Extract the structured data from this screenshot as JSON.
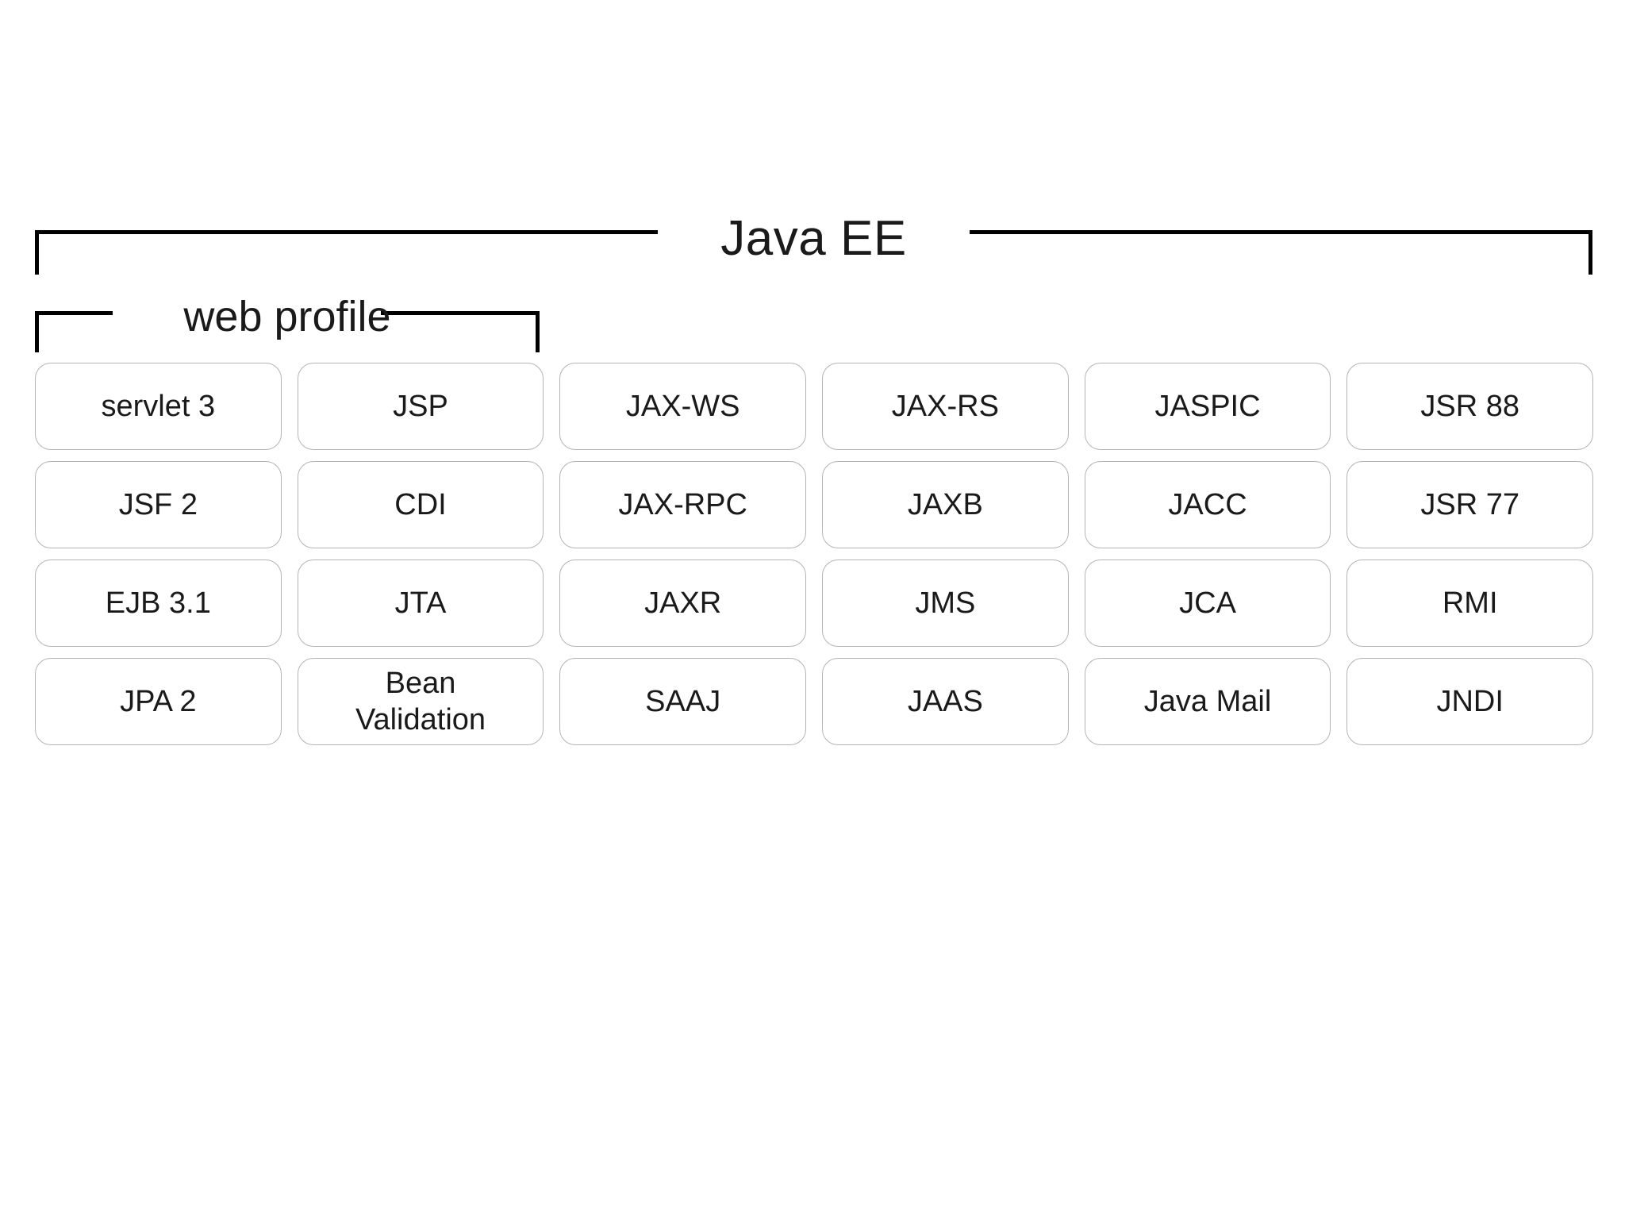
{
  "diagram": {
    "title": "Java EE",
    "outer_bracket": {
      "label": "Java EE",
      "name": "java-ee-bracket"
    },
    "inner_bracket": {
      "label": "web profile",
      "name": "web-profile-bracket"
    },
    "colors": {
      "background": "#ffffff",
      "bracket_line": "#000000",
      "box_border": "#b4b4b4",
      "box_fill": "#ffffff",
      "text": "#1a1a1a"
    },
    "rows": [
      {
        "boxes": [
          {
            "label": "servlet 3"
          },
          {
            "label": "JSP"
          },
          {
            "label": "JAX-WS"
          },
          {
            "label": "JAX-RS"
          },
          {
            "label": "JASPIC"
          },
          {
            "label": "JSR 88"
          }
        ]
      },
      {
        "boxes": [
          {
            "label": "JSF 2"
          },
          {
            "label": "CDI"
          },
          {
            "label": "JAX-RPC"
          },
          {
            "label": "JAXB"
          },
          {
            "label": "JACC"
          },
          {
            "label": "JSR 77"
          }
        ]
      },
      {
        "boxes": [
          {
            "label": "EJB 3.1"
          },
          {
            "label": "JTA"
          },
          {
            "label": "JAXR"
          },
          {
            "label": "JMS"
          },
          {
            "label": "JCA"
          },
          {
            "label": "RMI"
          }
        ]
      },
      {
        "boxes": [
          {
            "label": "JPA 2"
          },
          {
            "label": "Bean\nValidation"
          },
          {
            "label": "SAAJ"
          },
          {
            "label": "JAAS"
          },
          {
            "label": "Java Mail"
          },
          {
            "label": "JNDI"
          }
        ]
      }
    ]
  }
}
